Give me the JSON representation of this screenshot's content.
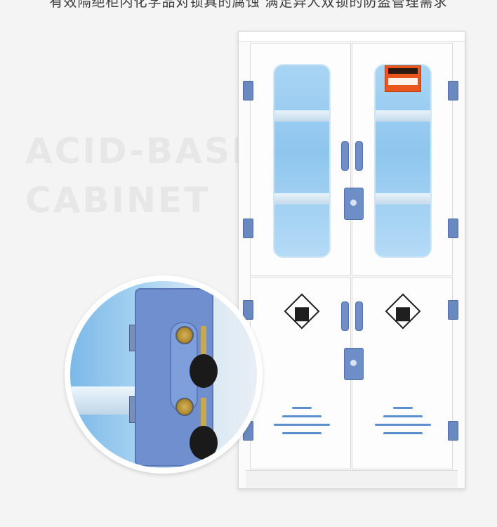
{
  "caption": "有效隔绝柜内化学品对锁具的腐蚀 满足异人双锁的防盗管理需求",
  "watermark": {
    "line1": "ACID-BASE",
    "line2": "CABINET"
  },
  "colors": {
    "background": "#f4f4f4",
    "cabinet_body": "#fbfbfb",
    "glass": "#a9d5f4",
    "hardware_blue": "#6d8ec6",
    "warning_label": "#e8561c"
  },
  "icons": [
    "corrosive-hazard-icon",
    "warning-label-icon",
    "key-icon",
    "lock-icon"
  ]
}
